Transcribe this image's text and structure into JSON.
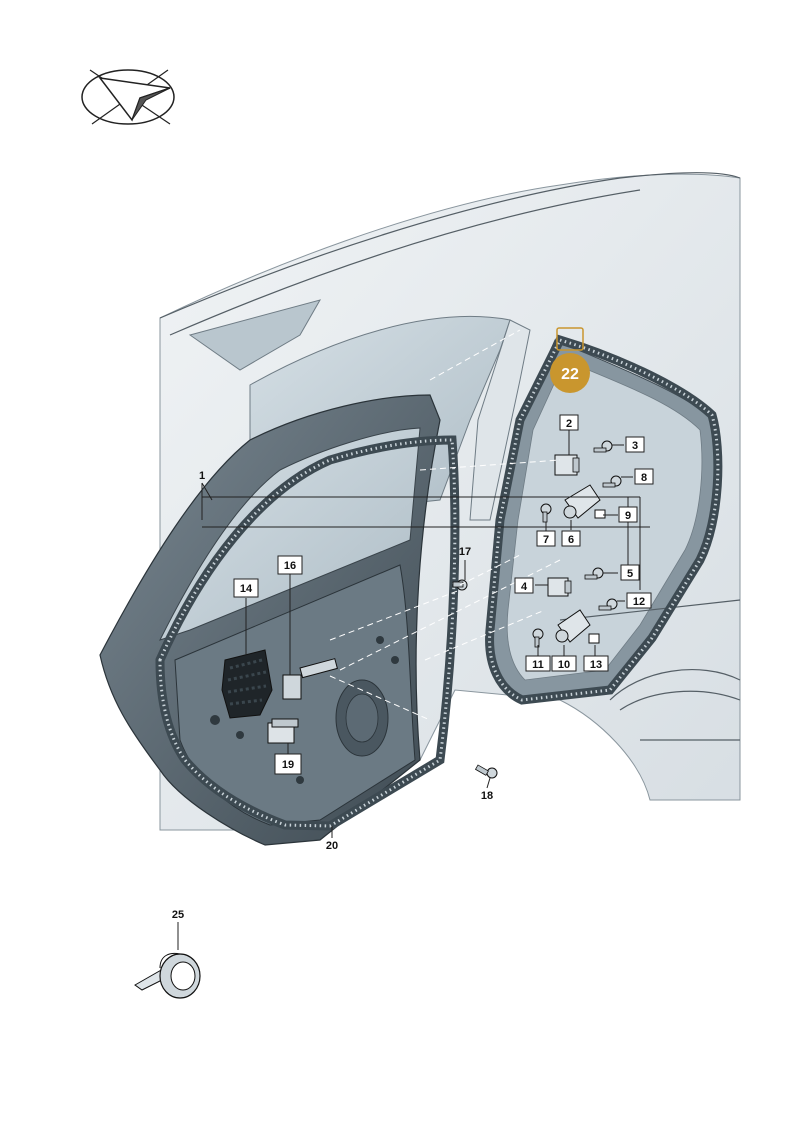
{
  "highlight": {
    "label": "22",
    "color": "#C9962E"
  },
  "callouts": {
    "c1": "1",
    "c2": "2",
    "c3": "3",
    "c4": "4",
    "c5": "5",
    "c6": "6",
    "c7": "7",
    "c8": "8",
    "c9": "9",
    "c10": "10",
    "c11": "11",
    "c12": "12",
    "c13": "13",
    "c14": "14",
    "c16": "16",
    "c17": "17",
    "c18": "18",
    "c19": "19",
    "c20": "20",
    "c25": "25"
  },
  "colors": {
    "body_panel": "#E6EBEE",
    "door_frame": "#4E5C66",
    "glass": "#C5D2DA",
    "inner_panel": "#7E8E98",
    "accent": "#C9962E"
  },
  "icons": [
    "direction-arrow-icon"
  ]
}
